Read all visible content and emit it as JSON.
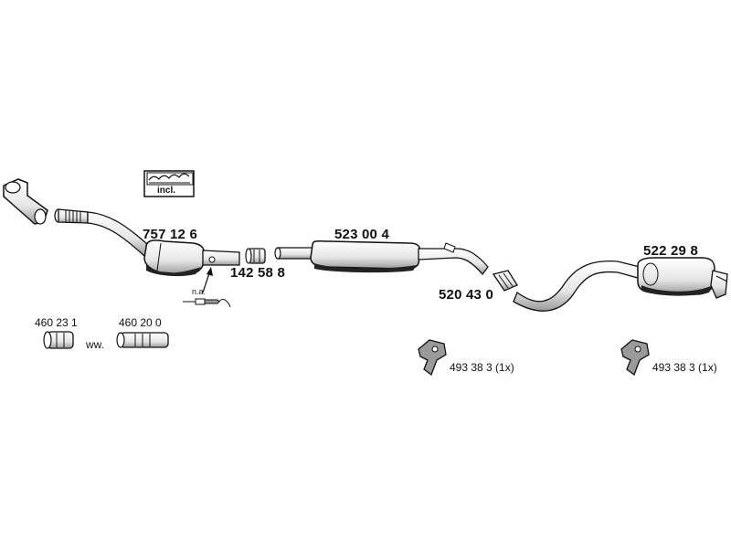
{
  "diagram": {
    "labels": {
      "incl": "incl.",
      "catalyst": "757 12 6",
      "clamp": "142 58 8",
      "na": "n.a.",
      "front_pipe_mid": "523 00 4",
      "connector": "520 43 0",
      "rear_silencer": "522 29 8",
      "seal_a": "460 23 1",
      "seal_b": "460 20 0",
      "ww": "ww.",
      "hanger_left": "493 38 3 (1x)",
      "hanger_right": "493 38 3 (1x)"
    },
    "colors": {
      "stroke": "#111111",
      "fill": "#ffffff",
      "shade": "#9a9a9a",
      "dark": "#222222"
    }
  }
}
